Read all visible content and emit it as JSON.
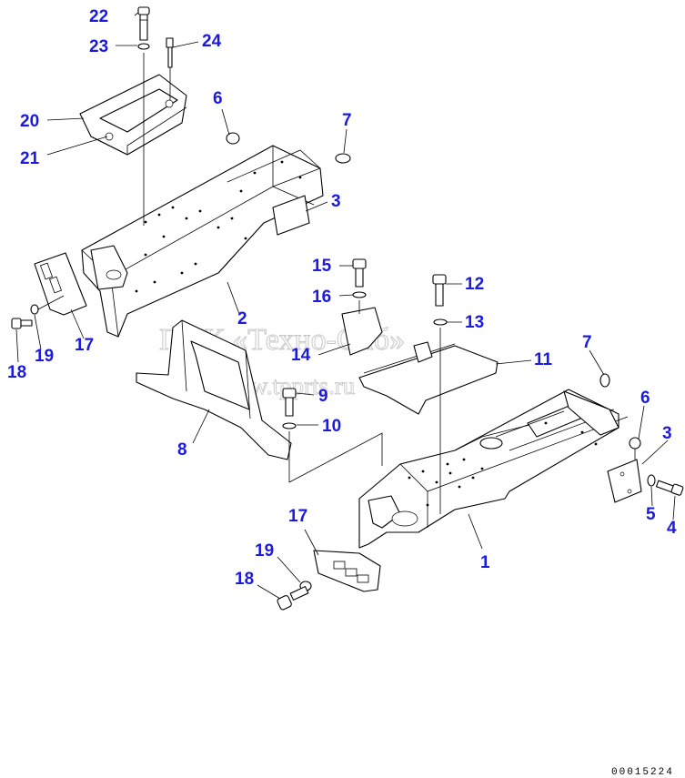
{
  "diagram": {
    "watermark": {
      "line1": "ППК «Техно-Сиб»",
      "line2": "www.tpprts.ru"
    },
    "document_id": "00015224",
    "callouts": [
      {
        "id": "c22",
        "label": "22"
      },
      {
        "id": "c23",
        "label": "23"
      },
      {
        "id": "c24",
        "label": "24"
      },
      {
        "id": "c20",
        "label": "20"
      },
      {
        "id": "c21",
        "label": "21"
      },
      {
        "id": "c6a",
        "label": "6"
      },
      {
        "id": "c7a",
        "label": "7"
      },
      {
        "id": "c3a",
        "label": "3"
      },
      {
        "id": "c15",
        "label": "15"
      },
      {
        "id": "c16",
        "label": "16"
      },
      {
        "id": "c12",
        "label": "12"
      },
      {
        "id": "c13",
        "label": "13"
      },
      {
        "id": "c2",
        "label": "2"
      },
      {
        "id": "c17a",
        "label": "17"
      },
      {
        "id": "c19a",
        "label": "19"
      },
      {
        "id": "c18a",
        "label": "18"
      },
      {
        "id": "c14",
        "label": "14"
      },
      {
        "id": "c11",
        "label": "11"
      },
      {
        "id": "c7b",
        "label": "7"
      },
      {
        "id": "c9",
        "label": "9"
      },
      {
        "id": "c6b",
        "label": "6"
      },
      {
        "id": "c3b",
        "label": "3"
      },
      {
        "id": "c10",
        "label": "10"
      },
      {
        "id": "c8",
        "label": "8"
      },
      {
        "id": "c5",
        "label": "5"
      },
      {
        "id": "c4",
        "label": "4"
      },
      {
        "id": "c17b",
        "label": "17"
      },
      {
        "id": "c19b",
        "label": "19"
      },
      {
        "id": "c1",
        "label": "1"
      },
      {
        "id": "c18b",
        "label": "18"
      }
    ]
  }
}
